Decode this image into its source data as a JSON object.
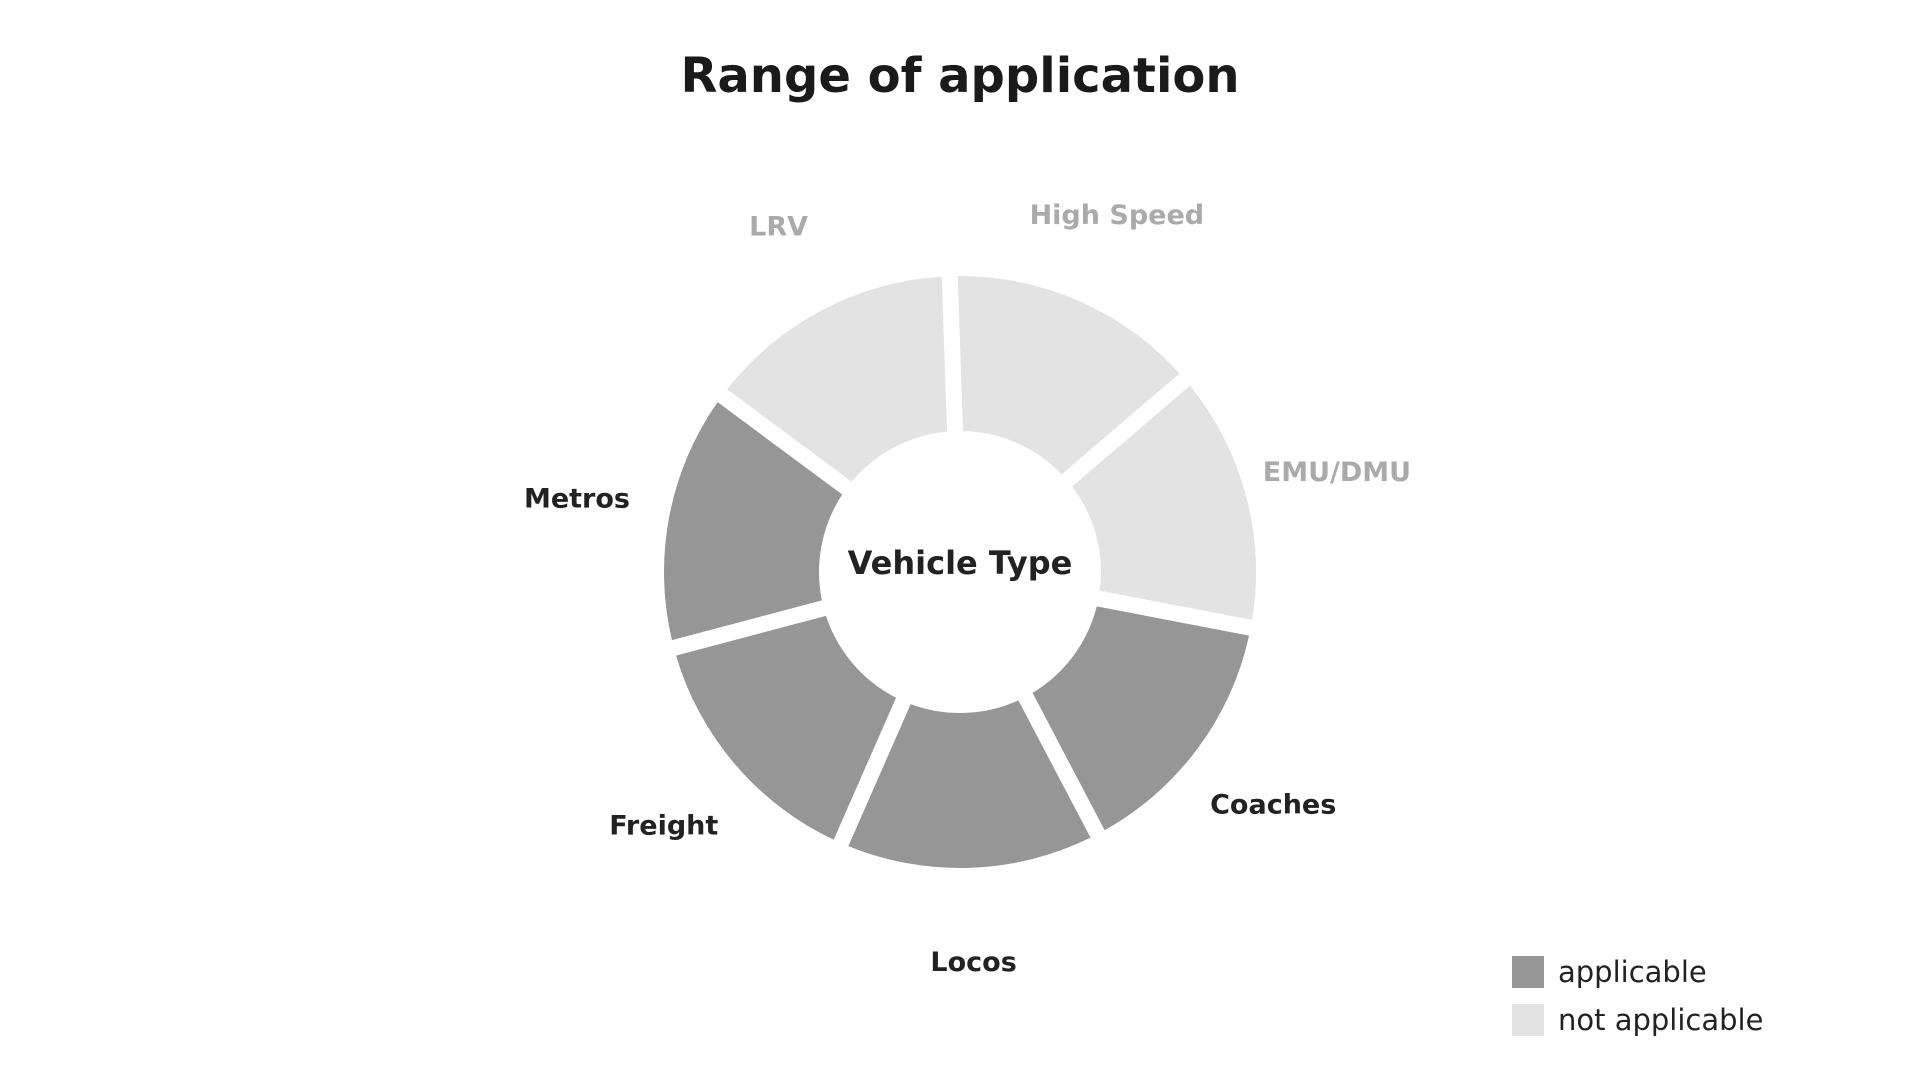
{
  "chart_data": {
    "type": "donut",
    "title": "Range of application",
    "center_label": "Vehicle Type",
    "categories": [
      "High Speed",
      "EMU/DMU",
      "Coaches",
      "Locos",
      "Freight",
      "Metros",
      "LRV"
    ],
    "values": [
      1,
      1,
      1,
      1,
      1,
      1,
      1
    ],
    "status": [
      "not applicable",
      "not applicable",
      "applicable",
      "applicable",
      "applicable",
      "applicable",
      "not applicable"
    ],
    "legend": {
      "position": "bottom-right",
      "items": [
        {
          "label": "applicable",
          "color": "#969696"
        },
        {
          "label": "not applicable",
          "color": "#e3e3e3"
        }
      ]
    },
    "colors": {
      "applicable": "#969696",
      "not applicable": "#e3e3e3",
      "label_applicable": "#222222",
      "label_not_applicable": "#aaaaaa"
    }
  }
}
